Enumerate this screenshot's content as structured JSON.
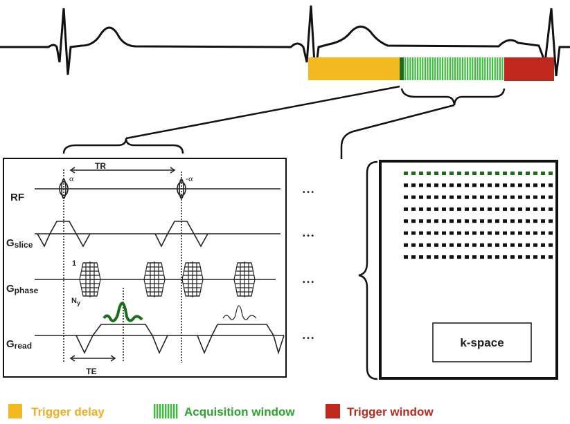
{
  "colors": {
    "trigger_delay": "#f4b921",
    "acquisition": "#3cbf3c",
    "acquisition_dark": "#1a6e1a",
    "trigger_window": "#c0281e",
    "legend_delay_text": "#f2ae1e",
    "legend_acq_text": "#2aa52a",
    "legend_trigger_text": "#c0281e"
  },
  "sequence": {
    "tr_label": "TR",
    "te_label": "TE",
    "alpha": "α",
    "neg_alpha": "-α",
    "rf_label": "RF",
    "gslice_main": "G",
    "gslice_sub": "slice",
    "gphase_main": "G",
    "gphase_sub": "phase",
    "gread_main": "G",
    "gread_sub": "read",
    "phase_first": "1",
    "phase_last_main": "N",
    "phase_last_sub": "y",
    "ellipsis": "• • •"
  },
  "kspace": {
    "label": "k-space"
  },
  "legend": {
    "trigger_delay": "Trigger delay",
    "acquisition_window": "Acquisition window",
    "trigger_window": "Trigger window"
  }
}
